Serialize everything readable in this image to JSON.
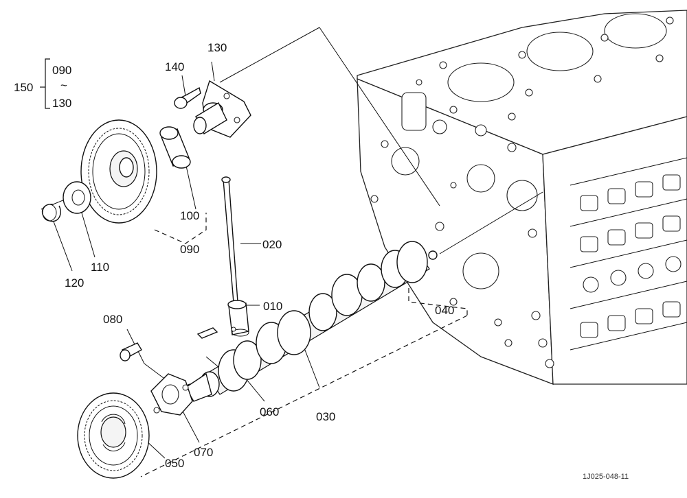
{
  "diagram": {
    "labels": {
      "p010": "010",
      "p020": "020",
      "p030": "030",
      "p040": "040",
      "p050": "050",
      "p060": "060",
      "p070": "070",
      "p080": "080",
      "p090": "090",
      "p100": "100",
      "p110": "110",
      "p120": "120",
      "p130": "130",
      "p140": "140",
      "p150": "150",
      "range_from": "090",
      "range_tilde": "~",
      "range_to": "130"
    },
    "reference_code": "1J025-048-11"
  }
}
